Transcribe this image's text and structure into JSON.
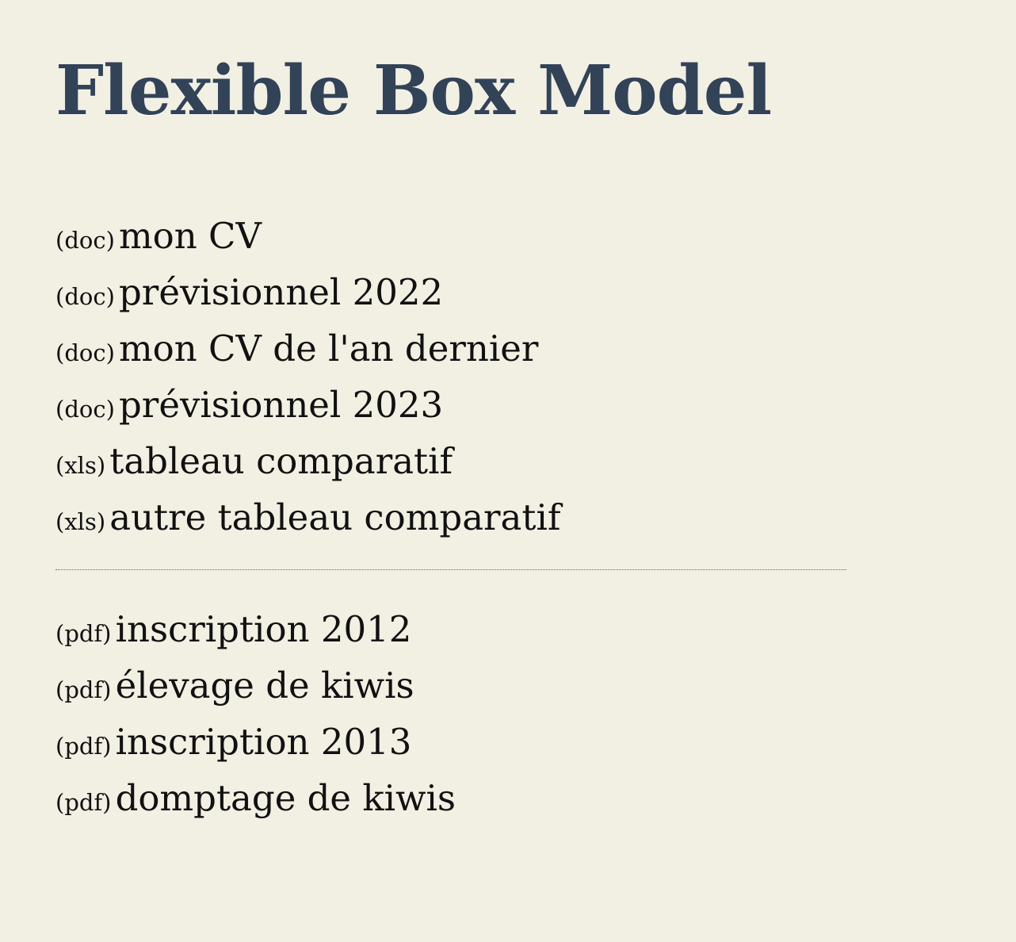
{
  "page": {
    "title": "Flexible Box Model"
  },
  "colors": {
    "background": "#f2efe3",
    "title": "#324357",
    "text": "#111111"
  },
  "group_a": [
    {
      "type": "(doc)",
      "label": "mon CV"
    },
    {
      "type": "(doc)",
      "label": "prévisionnel 2022"
    },
    {
      "type": "(doc)",
      "label": "mon CV de l'an dernier"
    },
    {
      "type": "(doc)",
      "label": "prévisionnel 2023"
    },
    {
      "type": "(xls)",
      "label": "tableau comparatif"
    },
    {
      "type": "(xls)",
      "label": "autre tableau comparatif"
    }
  ],
  "group_b": [
    {
      "type": "(pdf)",
      "label": "inscription 2012"
    },
    {
      "type": "(pdf)",
      "label": "élevage de kiwis"
    },
    {
      "type": "(pdf)",
      "label": "inscription 2013"
    },
    {
      "type": "(pdf)",
      "label": "domptage de kiwis"
    }
  ]
}
